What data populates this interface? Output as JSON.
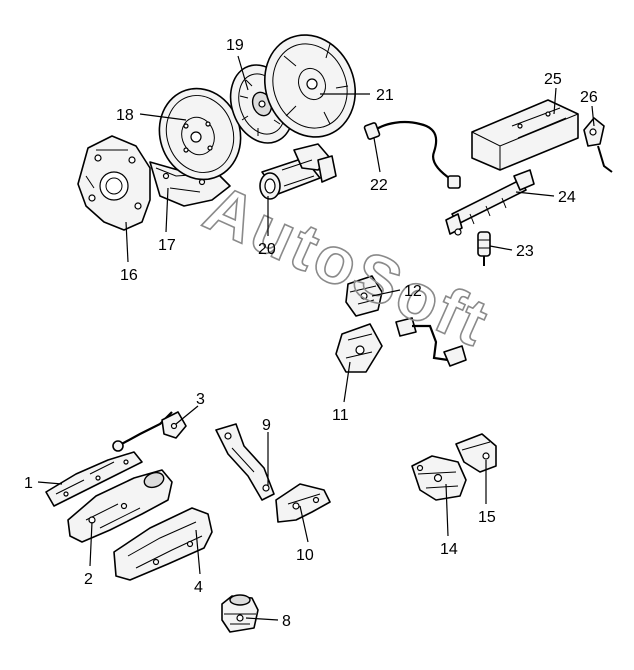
{
  "watermark": {
    "text": "AutoSoft"
  },
  "callouts": [
    {
      "id": "1",
      "label": "1"
    },
    {
      "id": "2",
      "label": "2"
    },
    {
      "id": "3",
      "label": "3"
    },
    {
      "id": "4",
      "label": "4"
    },
    {
      "id": "8",
      "label": "8"
    },
    {
      "id": "9",
      "label": "9"
    },
    {
      "id": "10",
      "label": "10"
    },
    {
      "id": "11",
      "label": "11"
    },
    {
      "id": "12",
      "label": "12"
    },
    {
      "id": "14",
      "label": "14"
    },
    {
      "id": "15",
      "label": "15"
    },
    {
      "id": "16",
      "label": "16"
    },
    {
      "id": "17",
      "label": "17"
    },
    {
      "id": "18",
      "label": "18"
    },
    {
      "id": "19",
      "label": "19"
    },
    {
      "id": "20",
      "label": "20"
    },
    {
      "id": "21",
      "label": "21"
    },
    {
      "id": "22",
      "label": "22"
    },
    {
      "id": "23",
      "label": "23"
    },
    {
      "id": "24",
      "label": "24"
    },
    {
      "id": "25",
      "label": "25"
    },
    {
      "id": "26",
      "label": "26"
    }
  ],
  "colors": {
    "line": "#000000",
    "watermark": "#8a8a8a",
    "background": "#ffffff"
  }
}
